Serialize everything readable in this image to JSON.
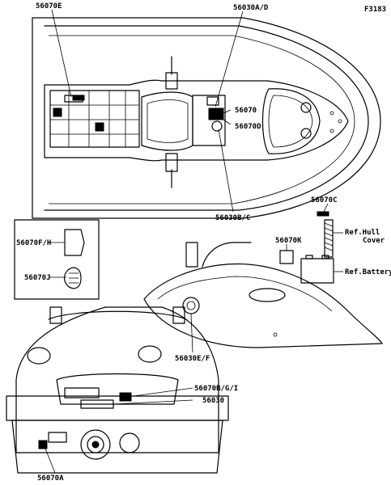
{
  "figure_id": "F3183",
  "labels": {
    "l56070E": "56070E",
    "l56030AD": "56030A/D",
    "l56070": "56070",
    "l56070D": "56070D",
    "l56030BC": "56030B/C",
    "l56070C": "56070C",
    "l56070FH": "56070F/H",
    "l56070K": "56070K",
    "refHull": "Ref.Hull",
    "cover": "Cover",
    "refBattery": "Ref.Battery",
    "l56070J": "56070J",
    "l56030EF": "56030E/F",
    "l56070BGI": "56070B/G/I",
    "l56030": "56030",
    "l56070A": "56070A"
  },
  "colors": {
    "ink": "#000000",
    "paper": "#ffffff"
  }
}
